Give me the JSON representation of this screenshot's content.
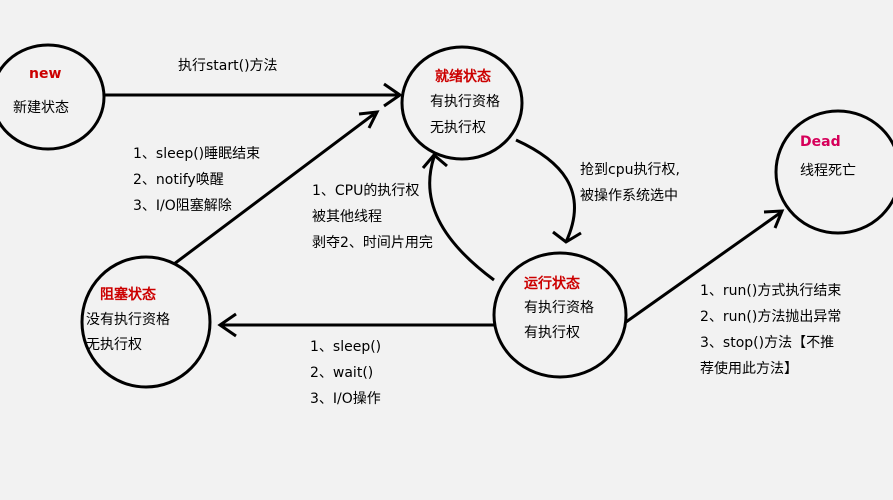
{
  "colors": {
    "title_red": "#cc0000",
    "title_pink": "#d6005a",
    "line": "#000000",
    "bg": "#f2f2f2"
  },
  "states": {
    "new": {
      "title": "new",
      "line1": "新建状态"
    },
    "ready": {
      "title": "就绪状态",
      "line1": "有执行资格",
      "line2": "无执行权"
    },
    "running": {
      "title": "运行状态",
      "line1": "有执行资格",
      "line2": "有执行权"
    },
    "blocked": {
      "title": "阻塞状态",
      "line1": "没有执行资格",
      "line2": "无执行权"
    },
    "dead": {
      "title": "Dead",
      "line1": "线程死亡"
    }
  },
  "transitions": {
    "new_to_ready": "执行start()方法",
    "ready_to_running": [
      "抢到cpu执行权,",
      "被操作系统选中"
    ],
    "running_to_ready": [
      "1、CPU的执行权",
      "被其他线程",
      "剥夺2、时间片用完"
    ],
    "blocked_to_ready": [
      "1、sleep()睡眠结束",
      "2、notify唤醒",
      "3、I/O阻塞解除"
    ],
    "running_to_blocked": [
      "1、sleep()",
      "2、wait()",
      "3、I/O操作"
    ],
    "running_to_dead": [
      "1、run()方式执行结束",
      "2、run()方法抛出异常",
      "3、stop()方法【不推",
      "荐使用此方法】"
    ]
  }
}
